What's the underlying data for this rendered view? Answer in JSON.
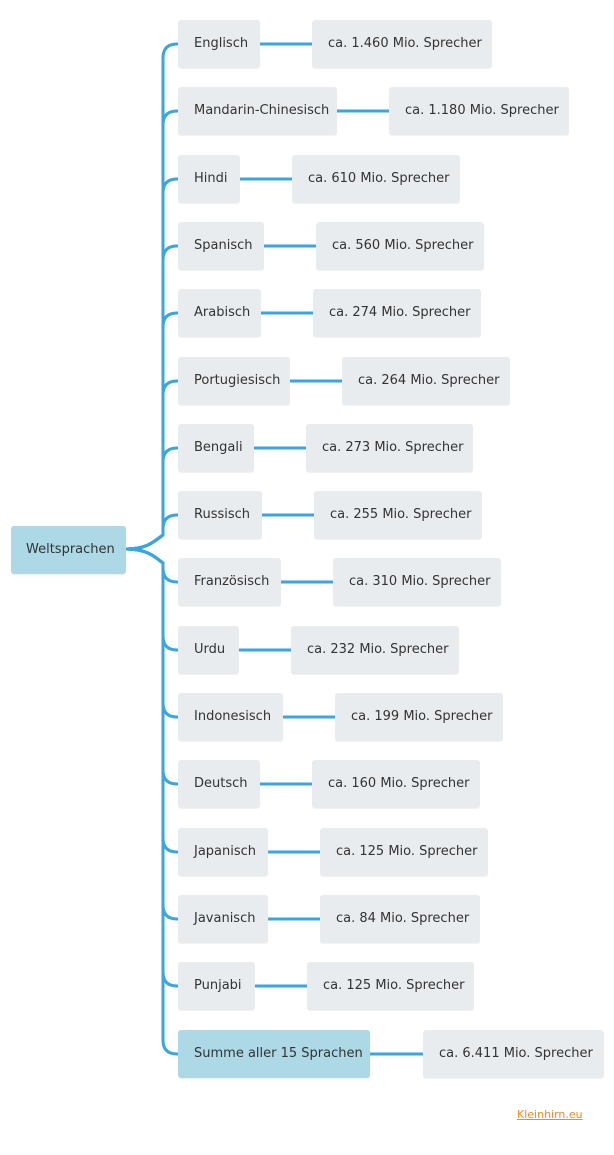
{
  "root": {
    "label": "Weltsprachen"
  },
  "rows": [
    {
      "language": "Englisch",
      "speakers": "ca. 1.460 Mio. Sprecher"
    },
    {
      "language": "Mandarin-Chinesisch",
      "speakers": "ca. 1.180 Mio. Sprecher"
    },
    {
      "language": "Hindi",
      "speakers": "ca. 610 Mio. Sprecher"
    },
    {
      "language": "Spanisch",
      "speakers": "ca. 560 Mio. Sprecher"
    },
    {
      "language": "Arabisch",
      "speakers": "ca. 274 Mio. Sprecher"
    },
    {
      "language": "Portugiesisch",
      "speakers": "ca. 264 Mio. Sprecher"
    },
    {
      "language": "Bengali",
      "speakers": "ca. 273 Mio. Sprecher"
    },
    {
      "language": "Russisch",
      "speakers": "ca. 255 Mio. Sprecher"
    },
    {
      "language": "Französisch",
      "speakers": "ca. 310 Mio. Sprecher"
    },
    {
      "language": "Urdu",
      "speakers": "ca. 232 Mio. Sprecher"
    },
    {
      "language": "Indonesisch",
      "speakers": "ca. 199 Mio. Sprecher"
    },
    {
      "language": "Deutsch",
      "speakers": "ca. 160 Mio. Sprecher"
    },
    {
      "language": "Japanisch",
      "speakers": "ca. 125 Mio. Sprecher"
    },
    {
      "language": "Javanisch",
      "speakers": "ca. 84 Mio. Sprecher"
    },
    {
      "language": "Punjabi",
      "speakers": "ca. 125 Mio. Sprecher"
    },
    {
      "language": "Summe aller 15 Sprachen",
      "speakers": "ca. 6.411 Mio. Sprecher",
      "highlight": true
    }
  ],
  "watermark": {
    "text": "Kleinhirn.eu"
  },
  "colors": {
    "connector": "#3aa5e0",
    "highlight": "#add8e6",
    "node": "#e9ecef",
    "watermark": "#f08a24"
  }
}
